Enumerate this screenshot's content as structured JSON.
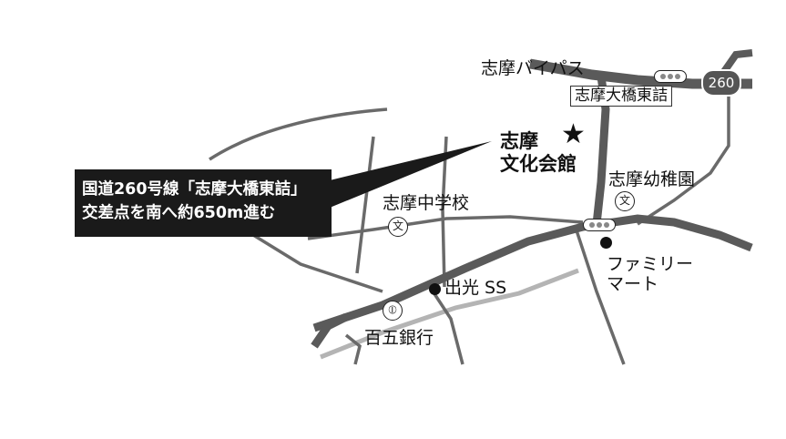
{
  "callout": {
    "line1": "国道260号線「志摩大橋東詰」",
    "line2": "交差点を南へ約650m進む"
  },
  "route_badge": "260",
  "destination": {
    "line1": "志摩",
    "line2": "文化会館"
  },
  "labels": {
    "bypass": "志摩バイパス",
    "intersection": "志摩大橋東詰",
    "kindergarten": "志摩幼稚園",
    "middle_school": "志摩中学校",
    "family_mart": "ファミリー\nマート",
    "idemitsu": "出光 SS",
    "bank": "百五銀行"
  },
  "symbols": {
    "school_symbol": "文",
    "bank_symbol": "⦶"
  },
  "colors": {
    "major_road": "#5a5a5a",
    "minor_road": "#6a6a6a",
    "light_road": "#b4b4b4",
    "callout_bg": "#1a1a1a"
  }
}
